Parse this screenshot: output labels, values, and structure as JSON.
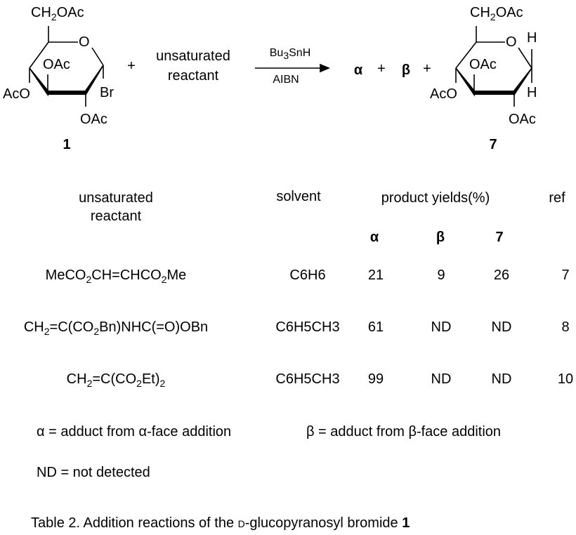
{
  "scheme": {
    "compound1": {
      "label": "1",
      "ch2oac": "CH2OAc",
      "o": "O",
      "oac_top": "OAc",
      "aco": "AcO",
      "br": "Br",
      "oac_bottom": "OAc"
    },
    "plus1": "+",
    "reagent_line1": "unsaturated",
    "reagent_line2": "reactant",
    "arrow_above": "Bu3SnH",
    "arrow_below": "AIBN",
    "product_alpha": "α",
    "plus2": "+",
    "product_beta": "β",
    "plus3": "+",
    "compound7": {
      "label": "7",
      "ch2oac": "CH2OAc",
      "o": "O",
      "h_top": "H",
      "oac_top": "OAc",
      "aco": "AcO",
      "h_bottom": "H",
      "oac_bottom": "OAc"
    }
  },
  "table": {
    "headers": {
      "reactant_line1": "unsaturated",
      "reactant_line2": "reactant",
      "solvent": "solvent",
      "yields": "product yields(%)",
      "ref": "ref",
      "alpha": "α",
      "beta": "β",
      "seven": "7"
    },
    "rows": [
      {
        "reactant": "MeCO2CH=CHCO2Me",
        "solvent": "C6H6",
        "alpha": "21",
        "beta": "9",
        "seven": "26",
        "ref": "7"
      },
      {
        "reactant": "CH2=C(CO2Bn)NHC(=O)OBn",
        "solvent": "C6H5CH3",
        "alpha": "61",
        "beta": "ND",
        "seven": "ND",
        "ref": "8"
      },
      {
        "reactant": "CH2=C(CO2Et)2",
        "solvent": "C6H5CH3",
        "alpha": "99",
        "beta": "ND",
        "seven": "ND",
        "ref": "10"
      }
    ]
  },
  "footnotes": {
    "alpha": "α = adduct from α-face addition",
    "beta": "β = adduct from β-face addition",
    "nd": "ND = not detected"
  },
  "caption": {
    "prefix": "Table 2. Addition reactions of the ",
    "d": "d",
    "suffix": "-glucopyranosyl bromide ",
    "num": "1"
  }
}
